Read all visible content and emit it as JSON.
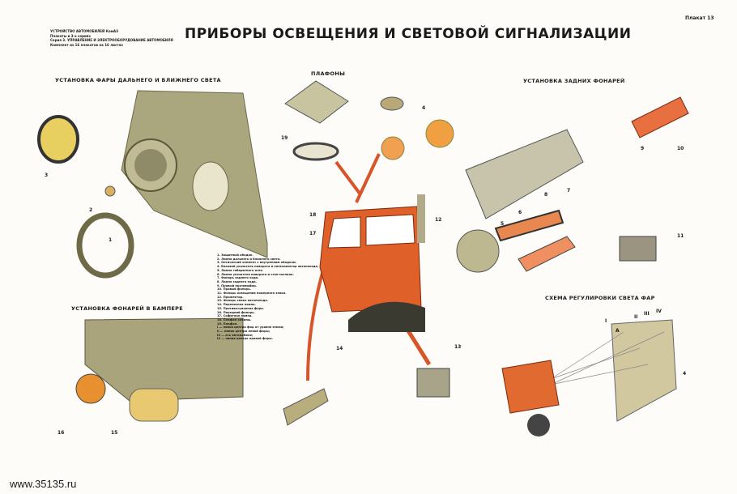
{
  "header": {
    "lines": [
      "УСТРОЙСТВО АВТОМОБИЛЕЙ КамАЗ",
      "Плакаты в 3-х сериях",
      "Серия 3. УПРАВЛЕНИЕ И ЭЛЕКТРООБОРУДОВАНИЕ АВТОМОБИЛЯ",
      "Комплект из 16 плакатов на 16 листах"
    ],
    "title": "ПРИБОРЫ ОСВЕЩЕНИЯ И СВЕТОВОЙ СИГНАЛИЗАЦИИ",
    "plakat": "Плакат 13"
  },
  "sections": {
    "headlamp": "УСТАНОВКА ФАРЫ ДАЛЬНЕГО И БЛИЖНЕГО СВЕТА",
    "plafony": "ПЛАФОНЫ",
    "rear": "УСТАНОВКА ЗАДНИХ ФОНАРЕЙ",
    "bumper": "УСТАНОВКА ФОНАРЕЙ В БАМПЕРЕ",
    "scheme": "СХЕМА РЕГУЛИРОВКИ СВЕТА ФАР"
  },
  "callouts": [
    "1",
    "2",
    "3",
    "4",
    "5",
    "6",
    "7",
    "8",
    "9",
    "10",
    "11",
    "12",
    "13",
    "14",
    "15",
    "16",
    "17",
    "18",
    "19"
  ],
  "scheme_labels": [
    "I",
    "II",
    "III",
    "IV",
    "A",
    "4"
  ],
  "legend": [
    "1. Защитный ободок.",
    "2. Лампа дальнего и ближнего света.",
    "3. Оптический элемент с внутренним ободком.",
    "4. Боковой указатель поворота и сигнализатор автопоезда.",
    "5. Лампа габаритного огня.",
    "6. Лампа указателя поворота и стоп-сигнала.",
    "7. Фонарь заднего хода.",
    "8. Лампа заднего хода.",
    "9. Правый противофар.",
    "10. Правый фонарь.",
    "11. Фонарь освещения номерного знака.",
    "12. Прожектор.",
    "13. Фонарь знака автопоезда.",
    "14. Переносная лампа.",
    "15. Противотуманная фара.",
    "16. Передний фонарь.",
    "17. Софитная лампа.",
    "18. Плафон кабины.",
    "19. Плафон.",
    "I — линия центра фар от уровня земли;",
    "II — линия центра левой фары;",
    "III — ось автомобиля;",
    "IV — линия центра правой фары."
  ],
  "footer": {
    "site": "www.35135.ru"
  },
  "colors": {
    "cab": "#e0602a",
    "panel": "#a9a57c",
    "amber": "#f0a040",
    "red": "#d8552a"
  }
}
